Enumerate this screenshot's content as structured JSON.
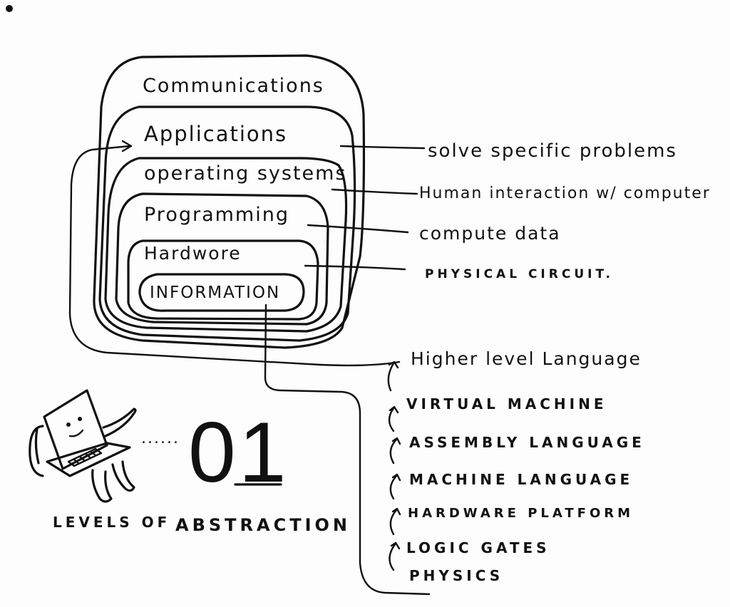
{
  "layers": [
    {
      "id": "communications",
      "label": "Communications"
    },
    {
      "id": "applications",
      "label": "Applications"
    },
    {
      "id": "operating-systems",
      "label": "operating systems"
    },
    {
      "id": "programming",
      "label": "Programming"
    },
    {
      "id": "hardware",
      "label": "Hardwore"
    },
    {
      "id": "information",
      "label": "INFORMATION"
    }
  ],
  "descriptions": [
    {
      "id": "solve",
      "label": "solve specific problems"
    },
    {
      "id": "human",
      "label": "Human interaction w/ computer"
    },
    {
      "id": "compute",
      "label": "compute  data"
    },
    {
      "id": "physical",
      "label": "PHYSICAL  CIRCUIT."
    }
  ],
  "stack": [
    {
      "id": "higher-level-language",
      "label": "Higher level Language"
    },
    {
      "id": "virtual-machine",
      "label": "VIRTUAL  MACHINE"
    },
    {
      "id": "assembly-language",
      "label": "ASSEMBLY  LANGUAGE"
    },
    {
      "id": "machine-language",
      "label": "MACHINE  LANGUAGE"
    },
    {
      "id": "hardware-platform",
      "label": "HARDWARE  PLATFORM"
    },
    {
      "id": "logic-gates",
      "label": "LOGIC GATES"
    },
    {
      "id": "physics",
      "label": "PHYSICS"
    }
  ],
  "big_number": "01",
  "dots": "......",
  "title_left": "LEVELS OF",
  "title_right": "ABSTRACTION",
  "mascot_icon": "laptop-character-icon"
}
